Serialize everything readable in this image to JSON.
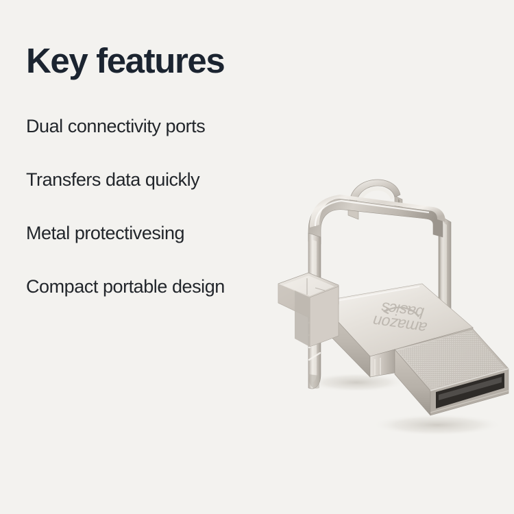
{
  "page": {
    "background_color": "#F3F2EF",
    "title": "Key features",
    "title_color": "#1B2430",
    "body_text_color": "#22262B"
  },
  "features": [
    {
      "label": "Dual connectivity ports"
    },
    {
      "label": "Transfers data quickly"
    },
    {
      "label": "Metal protectivesing"
    },
    {
      "label": "Compact portable design"
    }
  ],
  "product": {
    "name": "amazon basics dual-connector metal USB flash drive",
    "brand_text": "amazon",
    "brand_text_secondary": "basics",
    "brand_engraving_orientation": "rotated-180",
    "finish": "brushed silver metal",
    "colors": {
      "metal_highlight": "#FBFAF8",
      "metal_light": "#E8E5E0",
      "metal_mid": "#CFCAC3",
      "metal_shadow": "#A8A29A",
      "metal_dark": "#8E8880",
      "port_cavity": "#2E2B28",
      "engraving": "#B3ADA5",
      "drop_shadow": "#D8D5CF"
    },
    "parts": [
      {
        "name": "keyring-loop"
      },
      {
        "name": "swivel-bracket"
      },
      {
        "name": "bracket-grip-ridges"
      },
      {
        "name": "main-body"
      },
      {
        "name": "usb-a-connector"
      },
      {
        "name": "micro-usb-connector"
      }
    ]
  }
}
